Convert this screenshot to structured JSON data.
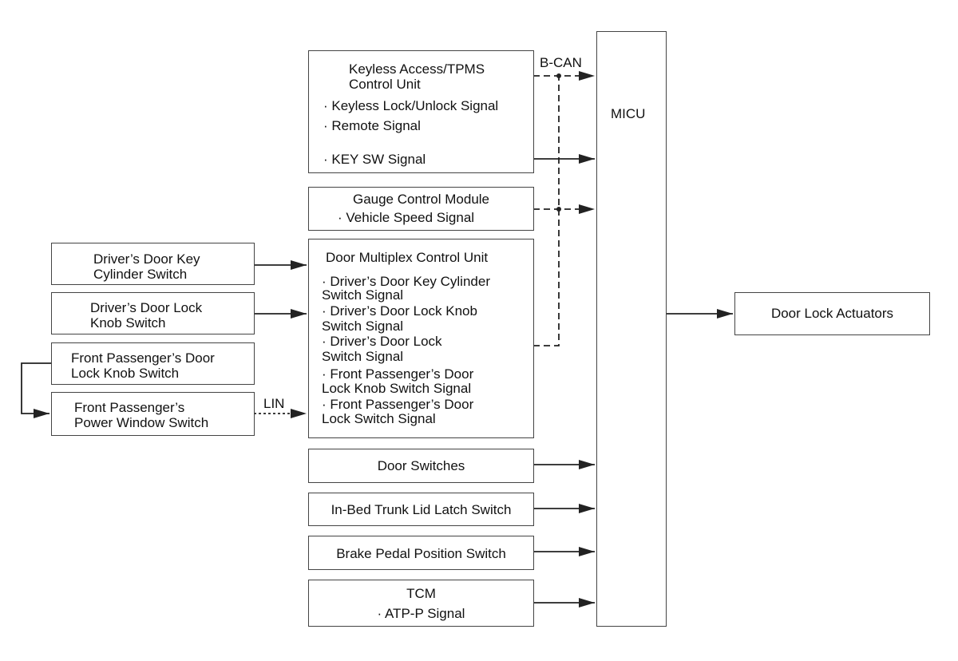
{
  "bus_labels": {
    "bcan": "B-CAN",
    "lin": "LIN"
  },
  "keyless": {
    "title_line1": "Keyless Access/TPMS",
    "title_line2": "Control Unit",
    "signal_keyless": "· Keyless Lock/Unlock Signal",
    "signal_remote": "· Remote Signal",
    "signal_keysw": "· KEY SW Signal"
  },
  "gauge": {
    "title": "Gauge Control Module",
    "signal_speed": "· Vehicle Speed Signal"
  },
  "door_mux": {
    "title": "Door Multiplex Control Unit",
    "signals": [
      "· Driver’s Door Key Cylinder",
      "Switch Signal",
      "· Driver’s Door Lock Knob",
      "Switch Signal",
      "· Driver’s Door Lock",
      "Switch Signal",
      "· Front Passenger’s Door",
      "Lock Knob Switch Signal",
      "· Front Passenger’s Door",
      "Lock Switch Signal"
    ]
  },
  "inputs": {
    "key_cylinder": [
      "Driver’s Door Key",
      "Cylinder Switch"
    ],
    "lock_knob": [
      "Driver’s Door Lock",
      "Knob Switch"
    ],
    "fp_lock_knob": [
      "Front Passenger’s Door",
      "Lock Knob Switch"
    ],
    "fp_power_window": [
      "Front Passenger’s",
      "Power Window Switch"
    ]
  },
  "door_switches": "Door Switches",
  "trunk_latch": "In-Bed Trunk Lid Latch Switch",
  "brake_switch": "Brake Pedal Position Switch",
  "tcm": {
    "title": "TCM",
    "signal": "· ATP-P Signal"
  },
  "micu": "MICU",
  "actuators": "Door Lock Actuators",
  "line_color": "#222222",
  "border_color": "#444444"
}
